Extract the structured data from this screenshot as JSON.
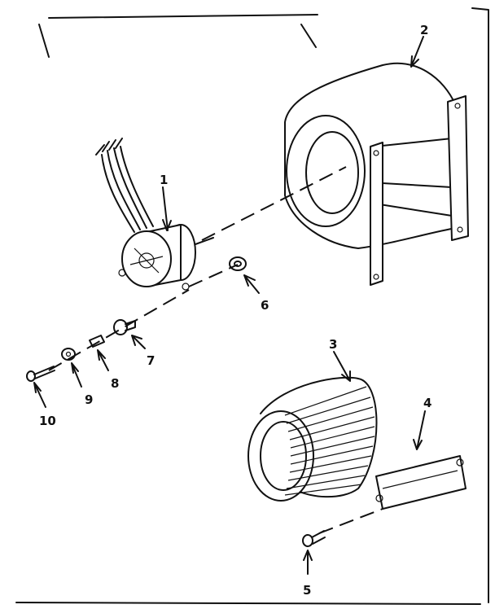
{
  "callouts": [
    {
      "id": "motor",
      "label": "1"
    },
    {
      "id": "blower-housing",
      "label": "2"
    },
    {
      "id": "blower-wheel",
      "label": "3"
    },
    {
      "id": "mounting-bracket",
      "label": "4"
    },
    {
      "id": "bracket-screw",
      "label": "5"
    },
    {
      "id": "shaft-bushing",
      "label": "6"
    },
    {
      "id": "motor-bolt",
      "label": "7"
    },
    {
      "id": "spacer",
      "label": "8"
    },
    {
      "id": "washer",
      "label": "9"
    },
    {
      "id": "mount-screw",
      "label": "10"
    }
  ]
}
